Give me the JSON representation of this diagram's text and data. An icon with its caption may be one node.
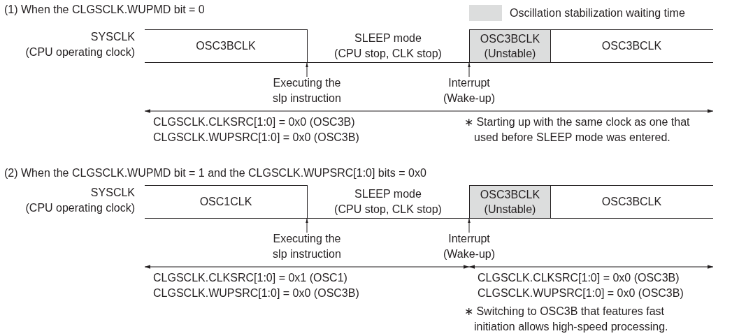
{
  "diagram": {
    "nodes": [
      {
        "text": [
          "OSC3BCLK"
        ]
      },
      {
        "text": [
          "SLEEP mode",
          "(CPU stop, CLK stop)"
        ]
      },
      {
        "text": [
          "OSC3BCLK (Unstable)"
        ]
      },
      {
        "text": [
          "OSC3BCLK"
        ]
      },
      {
        "text": [
          "Executing the slp instruction"
        ]
      },
      {
        "text": [
          "Interrupt (Wake-up)"
        ]
      },
      {
        "text": [
          "OSC1CLK"
        ]
      },
      {
        "text": [
          "SLEEP mode",
          "(CPU stop, CLK stop)"
        ]
      },
      {
        "text": [
          "OSC3BCLK (Unstable)"
        ]
      },
      {
        "text": [
          "OSC3BCLK"
        ]
      },
      {
        "text": [
          "Executing the slp instruction"
        ]
      },
      {
        "text": [
          "Interrupt (Wake-up)"
        ]
      }
    ],
    "edges": [
      {
        "from": 4,
        "to": null,
        "arrow": "to"
      },
      {
        "from": 5,
        "to": null,
        "arrow": "to"
      },
      {
        "from": 10,
        "to": null,
        "arrow": "to"
      },
      {
        "from": 11,
        "to": null,
        "arrow": "to"
      }
    ],
    "labels": [
      "(1) When the CLGSCLK.WUPMD bit = 0",
      "SYSCLK",
      "(CPU operating clock)",
      "CLGSCLK.CLKSRC[1:0] = 0x0 (OSC3B)",
      "CLGSCLK.WUPSRC[1:0] = 0x0 (OSC3B)",
      "∗ Starting up with the same clock as one that used before SLEEP mode was entered.",
      "(2) When the CLGSCLK.WUPMD bit = 1 and the CLGSCLK.WUPSRC[1:0] bits = 0x0",
      "SYSCLK",
      "(CPU operating clock)",
      "CLGSCLK.CLKSRC[1:0] = 0x1 (OSC1)",
      "CLGSCLK.WUPSRC[1:0] = 0x0 (OSC3B)",
      "CLGSCLK.CLKSRC[1:0] = 0x0 (OSC3B)",
      "CLGSCLK.WUPSRC[1:0] = 0x0 (OSC3B)",
      "∗ Switching to OSC3B that features fast initiation allows high-speed processing."
    ],
    "legend": [
      {
        "text": "Oscillation stabilization waiting time",
        "color": "#dcdddd"
      }
    ]
  }
}
